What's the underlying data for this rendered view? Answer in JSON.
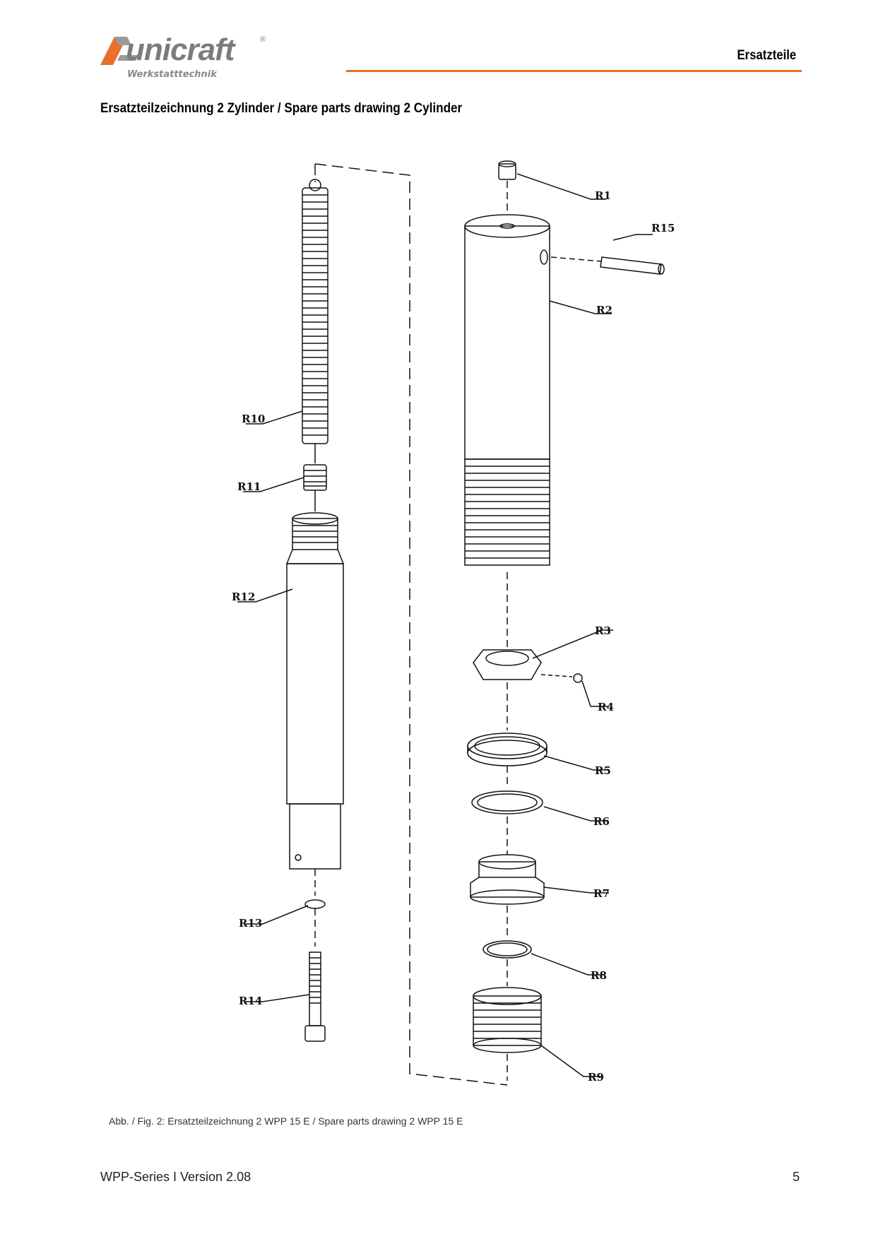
{
  "header": {
    "brand": "unicraft",
    "brand_reg": "®",
    "brand_sub": "Werkstatttechnik",
    "section": "Ersatzteile",
    "accent_color": "#e8702a"
  },
  "title": "Ersatzteilzeichnung 2  Zylinder / Spare parts drawing 2  Cylinder",
  "drawing": {
    "labels": {
      "r1": "R1",
      "r2": "R2",
      "r3": "R3",
      "r4": "R4",
      "r5": "R5",
      "r6": "R6",
      "r7": "R7",
      "r8": "R8",
      "r9": "R9",
      "r10": "R10",
      "r11": "R11",
      "r12": "R12",
      "r13": "R13",
      "r14": "R14",
      "r15": "R15"
    }
  },
  "caption": "Abb. / Fig. 2: Ersatzteilzeichnung 2 WPP 15 E / Spare parts drawing 2 WPP 15 E",
  "footer": {
    "left": "WPP-Series I Version 2.08",
    "page": "5"
  }
}
